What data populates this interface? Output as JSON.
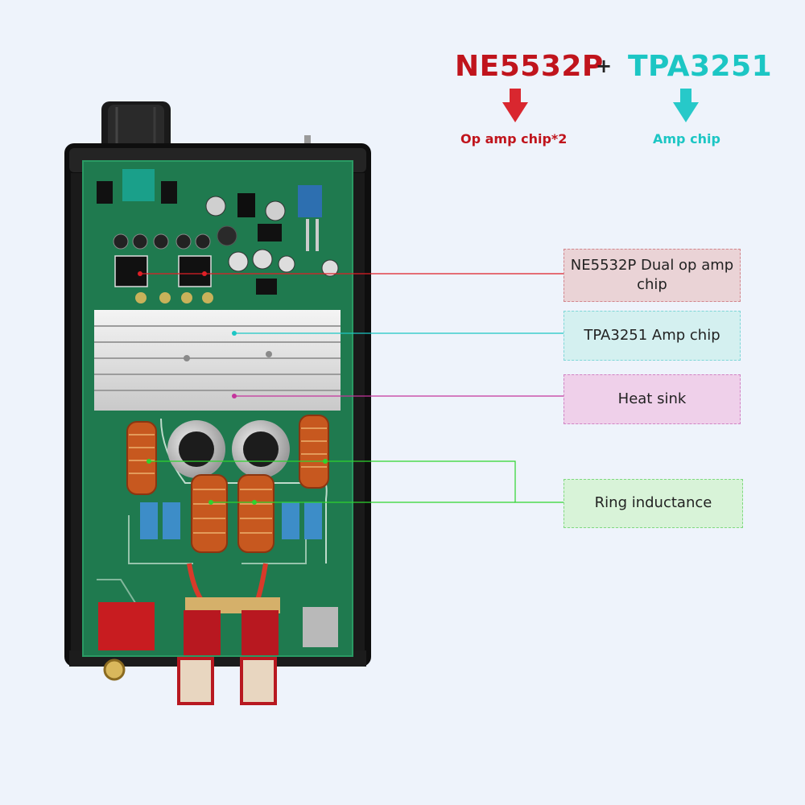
{
  "header": {
    "chip1": "NE5532P",
    "plus": "+",
    "chip2": "TPA3251",
    "chip1_desc": "Op amp chip*2",
    "chip2_desc": "Amp chip"
  },
  "callouts": [
    {
      "text": "NE5532P Dual op amp chip"
    },
    {
      "text": "TPA3251 Amp chip"
    },
    {
      "text": "Heat sink"
    },
    {
      "text": "Ring inductance"
    }
  ],
  "colors": {
    "red": "#c0141c",
    "teal": "#1cc6c4",
    "magenta": "#c4349c",
    "green": "#2ed42e",
    "pcb": "#1f7a4f",
    "enclosure": "#111111"
  },
  "icons": [
    "arrow-down-red-icon",
    "arrow-down-teal-icon"
  ]
}
